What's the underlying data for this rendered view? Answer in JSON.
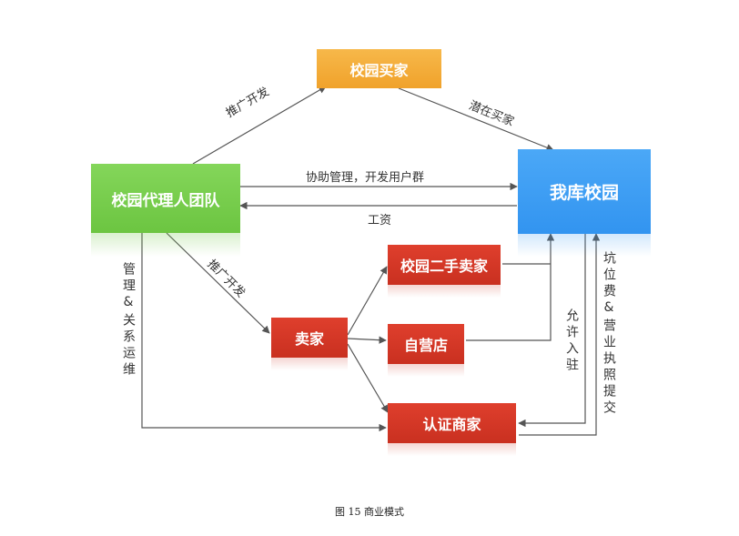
{
  "nodes": {
    "campus_buyer": "校园买家",
    "campus_agent_team": "校园代理人团队",
    "woku_campus": "我库校园",
    "campus_second_hand_seller": "校园二手卖家",
    "seller": "卖家",
    "self_operated_store": "自营店",
    "certified_merchant": "认证商家"
  },
  "edges": {
    "promote_develop_top": "推广开发",
    "potential_buyer": "潜在买家",
    "assist_manage": "协助管理，开发用户群",
    "salary": "工资",
    "promote_develop_mid": "推广开发",
    "manage_relations": "管理&关系运维",
    "allow_entry": "允许入驻",
    "slot_fee_license": "坑位费&营业执照提交"
  },
  "caption": "图 15  商业模式",
  "colors": {
    "yellow": "#f0a22b",
    "green": "#6cc541",
    "blue": "#3294f0",
    "red": "#c93020",
    "line": "#555555"
  }
}
